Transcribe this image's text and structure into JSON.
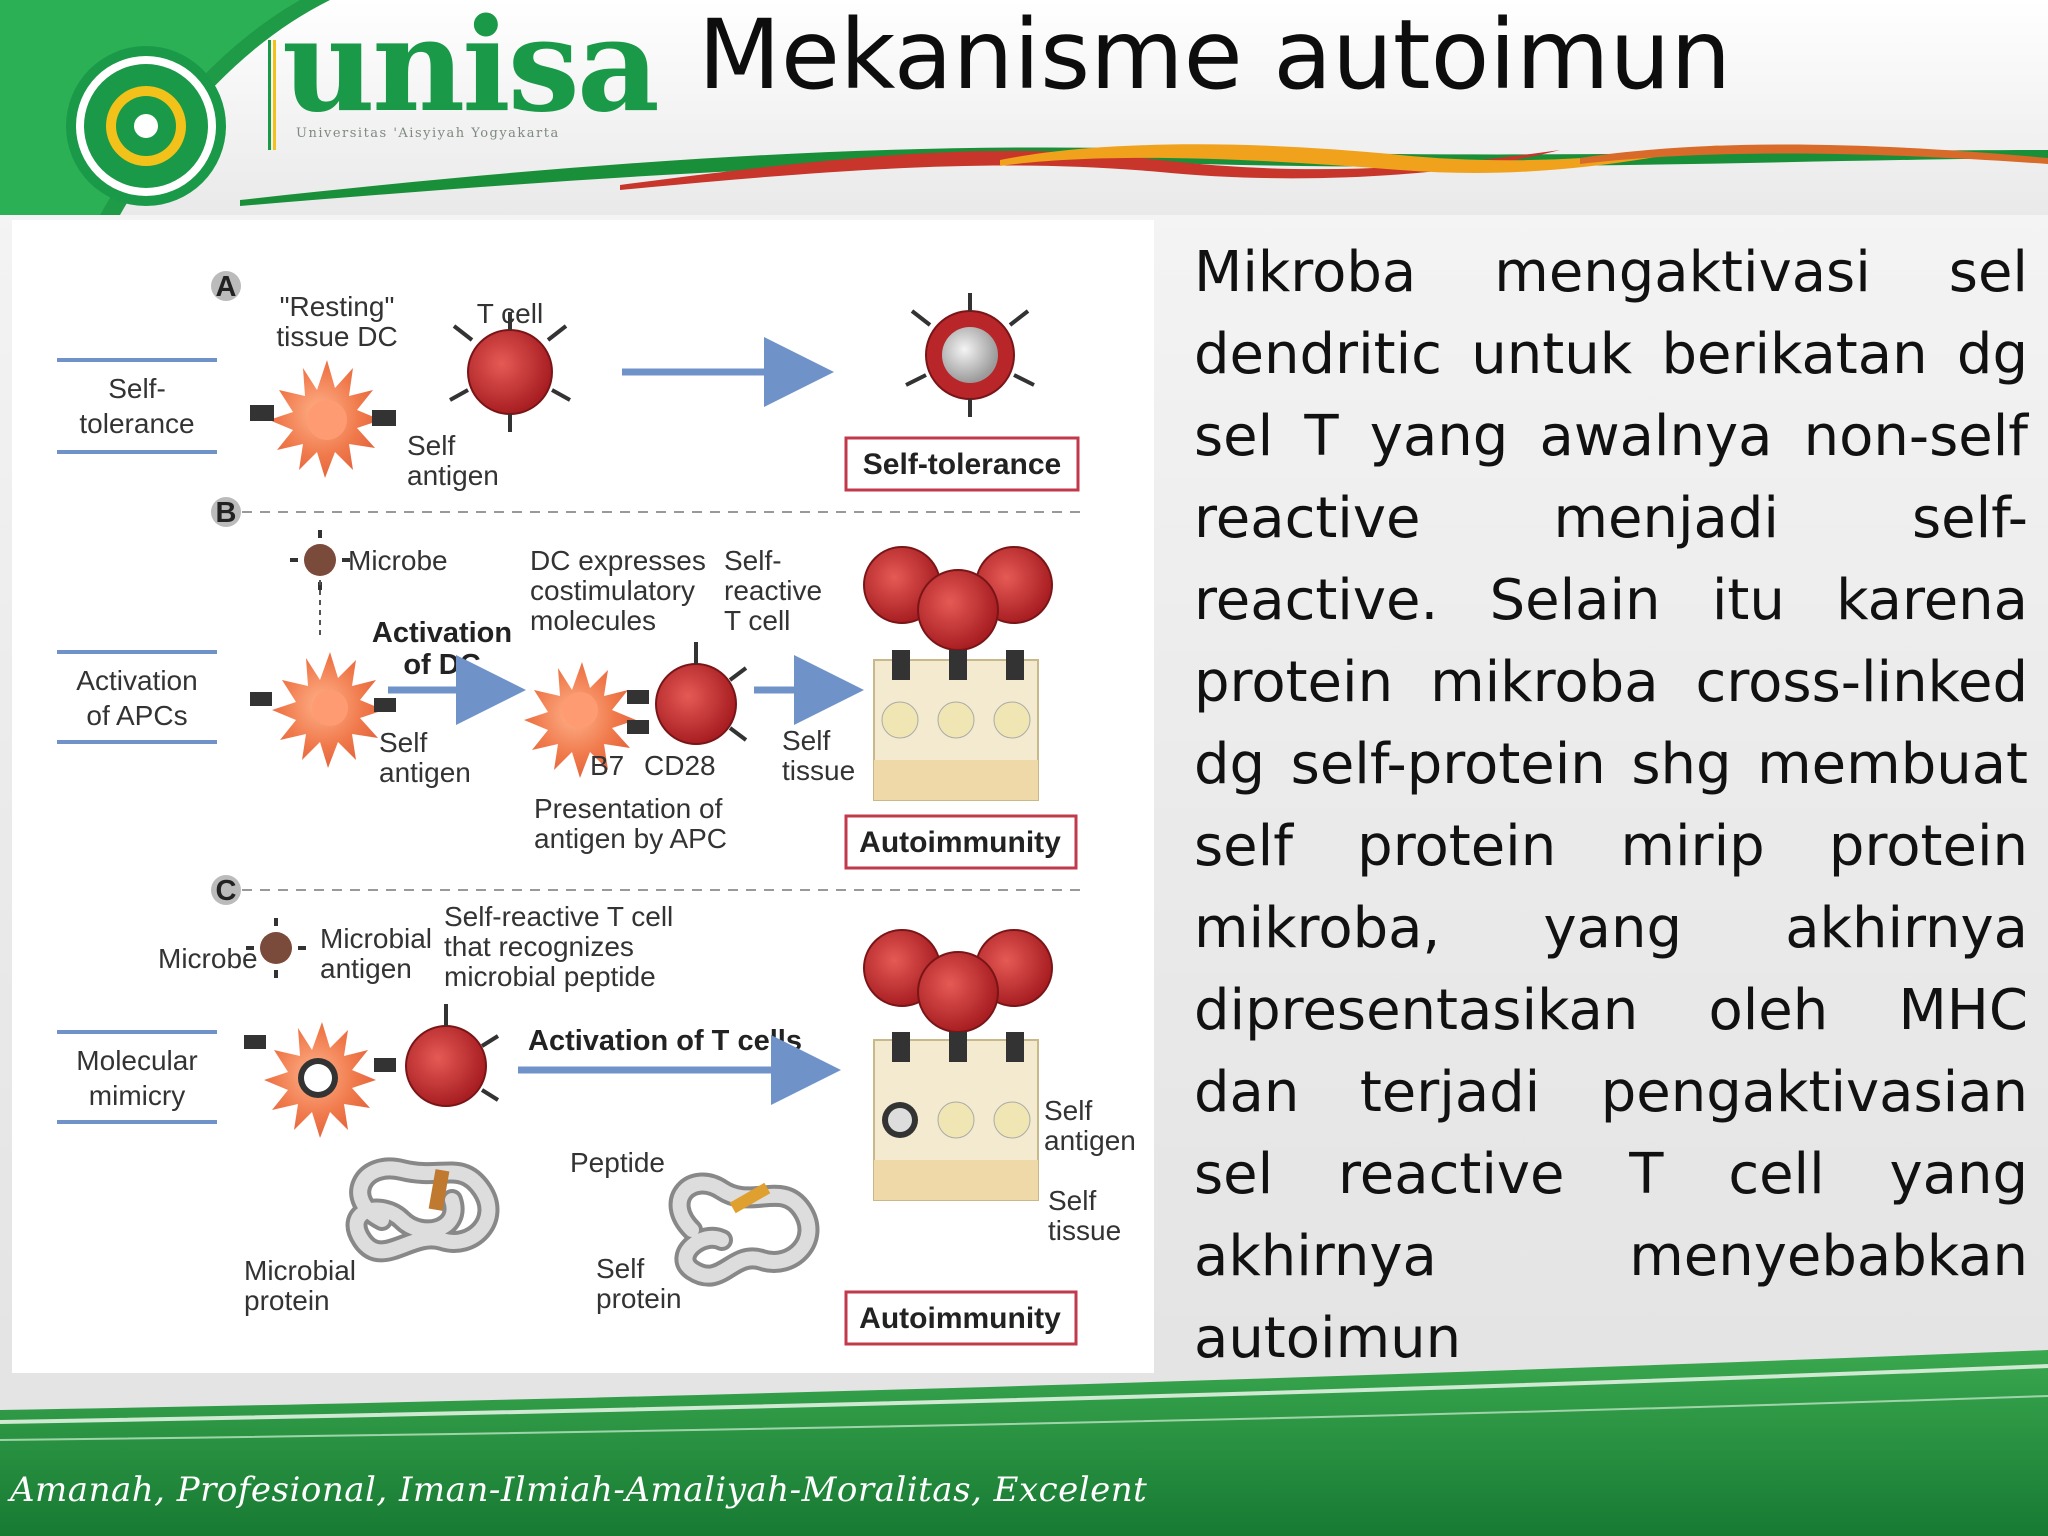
{
  "header": {
    "logo_word": "unisa",
    "logo_subtitle": "Universitas 'Aisyiyah Yogyakarta",
    "title": "Mekanisme autoimun"
  },
  "figure": {
    "panel_a": {
      "letter": "A",
      "side_label_line1": "Self-",
      "side_label_line2": "tolerance",
      "resting_dc_line1": "\"Resting\"",
      "resting_dc_line2": "tissue DC",
      "t_cell": "T cell",
      "self_antigen_line1": "Self",
      "self_antigen_line2": "antigen",
      "outcome": "Self-tolerance"
    },
    "panel_b": {
      "letter": "B",
      "side_label_line1": "Activation",
      "side_label_line2": "of APCs",
      "microbe": "Microbe",
      "activation_line1": "Activation",
      "activation_line2": "of DC",
      "dc_expresses_line1": "DC expresses",
      "dc_expresses_line2": "costimulatory",
      "dc_expresses_line3": "molecules",
      "self_reactive_line1": "Self-",
      "self_reactive_line2": "reactive",
      "self_reactive_line3": "T cell",
      "self_antigen_line1": "Self",
      "self_antigen_line2": "antigen",
      "b7": "B7",
      "cd28": "CD28",
      "self_tissue_line1": "Self",
      "self_tissue_line2": "tissue",
      "presentation_line1": "Presentation of",
      "presentation_line2": "antigen by APC",
      "outcome": "Autoimmunity"
    },
    "panel_c": {
      "letter": "C",
      "side_label_line1": "Molecular",
      "side_label_line2": "mimicry",
      "microbe": "Microbe",
      "microbial_antigen_line1": "Microbial",
      "microbial_antigen_line2": "antigen",
      "self_reactive_line1": "Self-reactive T cell",
      "self_reactive_line2": "that recognizes",
      "self_reactive_line3": "microbial peptide",
      "activation": "Activation of T cells",
      "self_antigen_line1": "Self",
      "self_antigen_line2": "antigen",
      "self_tissue_line1": "Self",
      "self_tissue_line2": "tissue",
      "peptide": "Peptide",
      "microbial_protein_line1": "Microbial",
      "microbial_protein_line2": "protein",
      "self_protein_line1": "Self",
      "self_protein_line2": "protein",
      "outcome": "Autoimmunity"
    }
  },
  "body_text": "Mikroba mengaktivasi sel dendritic untuk berikatan dg sel T yang awalnya non-self reactive menjadi self-reactive. Selain itu karena protein mikroba cross-linked dg self-protein shg membuat self protein mirip protein mikroba, yang akhirnya dipresentasikan oleh MHC dan terjadi pengaktivasian sel reactive T cell yang akhirnya menyebabkan autoimun",
  "footer": {
    "motto": "Amanah, Profesional, Iman-Ilmiah-Amaliyah-Moralitas, Excelent"
  },
  "colors": {
    "brand_green": "#1a9a48",
    "footer_green": "#1f8a3a",
    "accent_orange": "#f0a21c",
    "accent_red": "#c8352a",
    "arrow_blue": "#6f93c9",
    "cell_red": "#b8262a",
    "outcome_border": "#c23a4a"
  }
}
